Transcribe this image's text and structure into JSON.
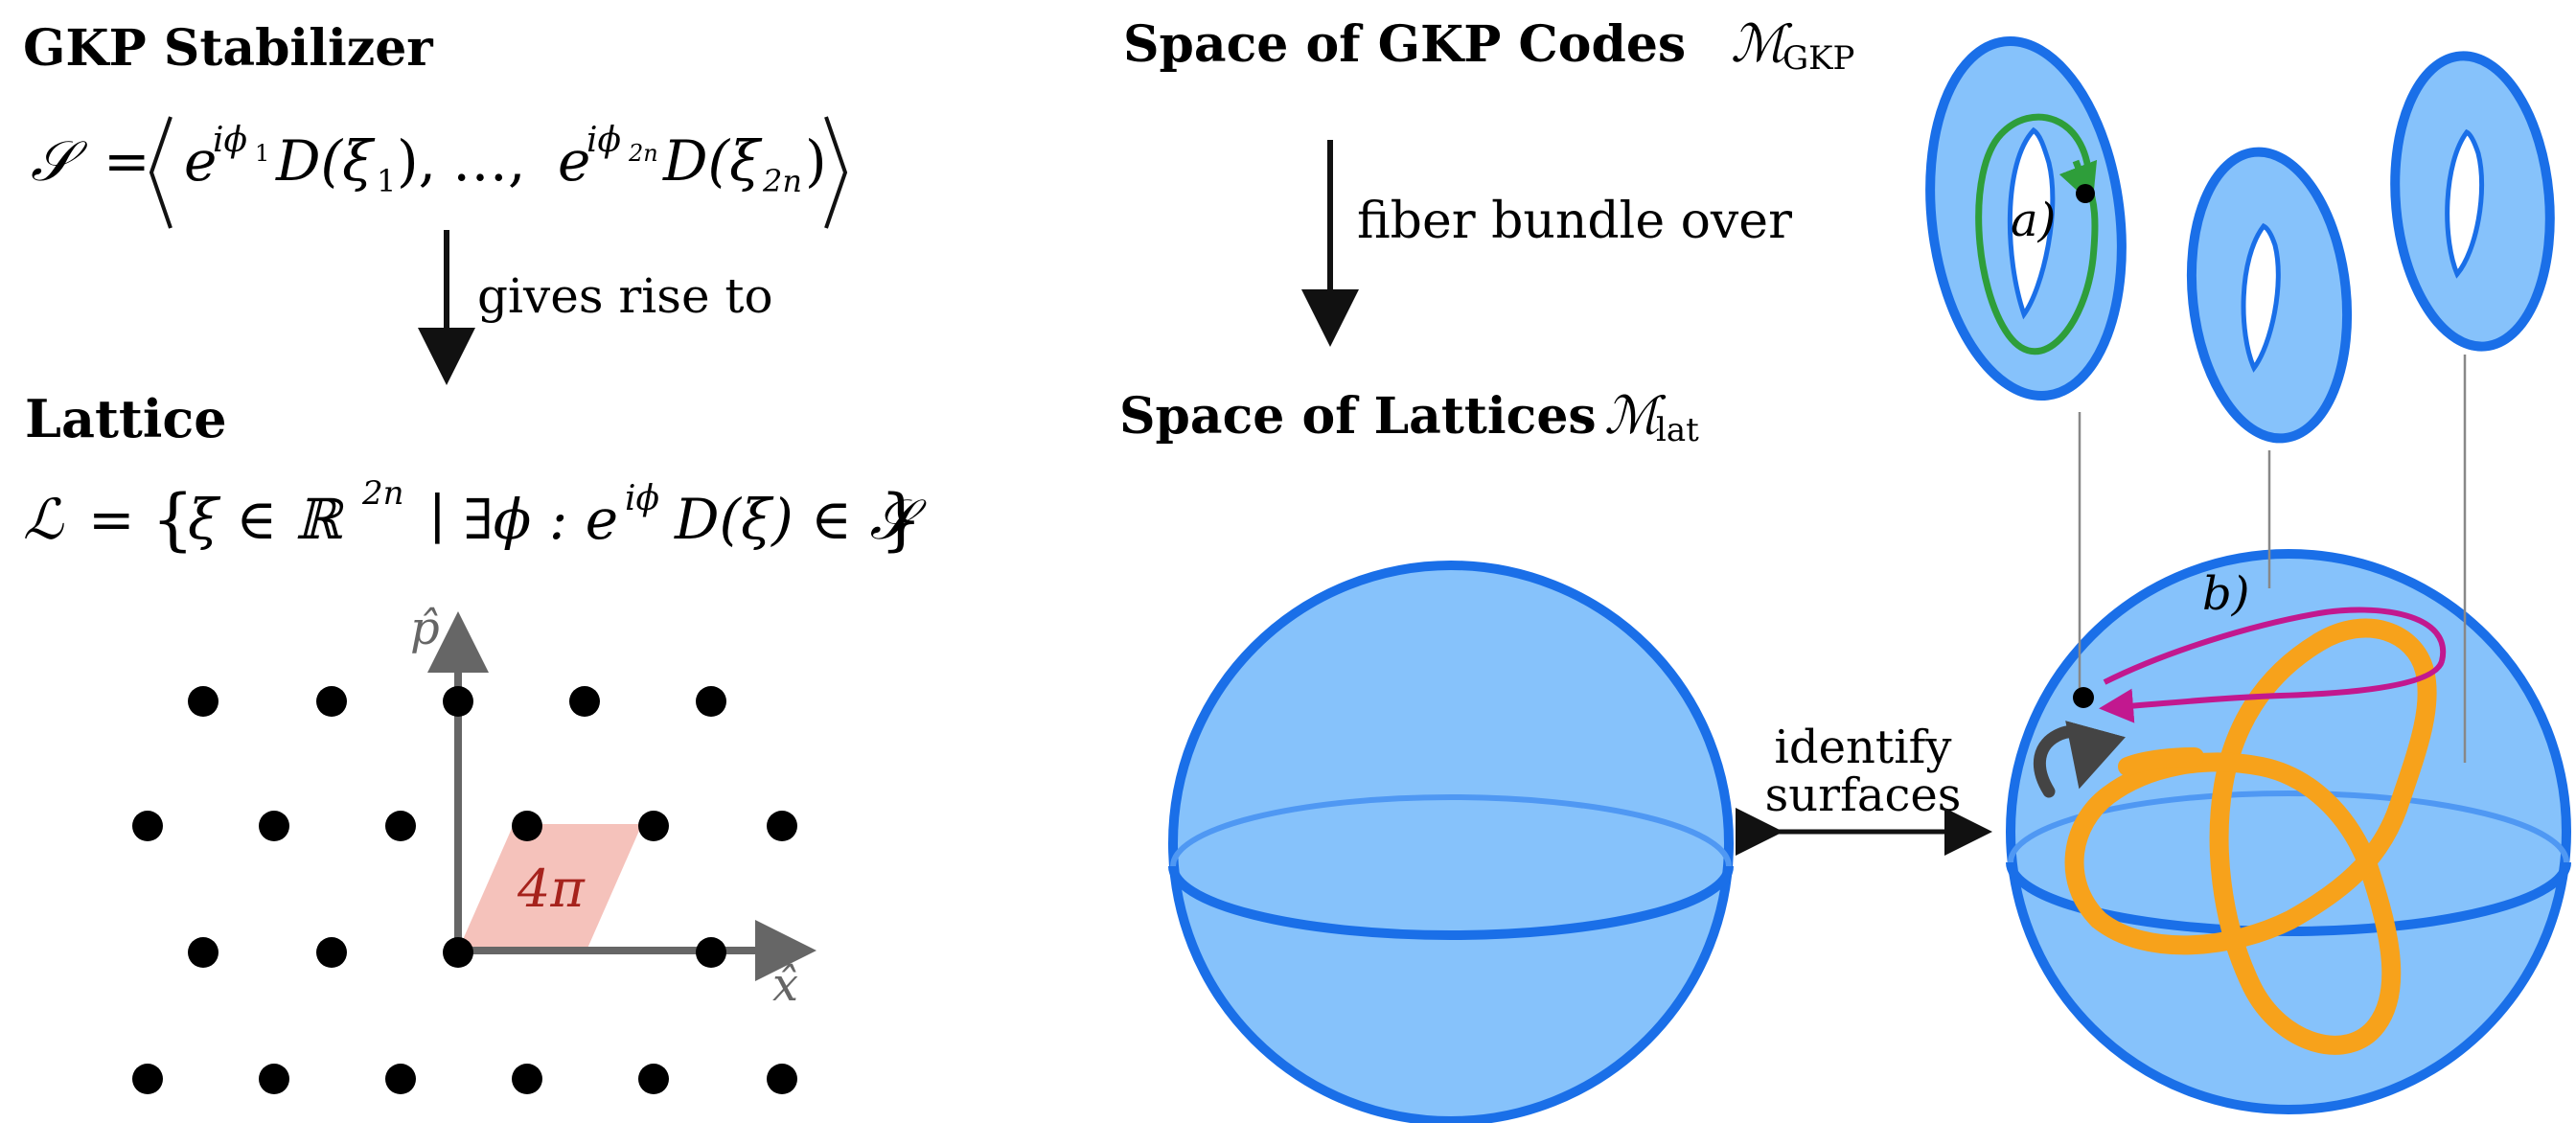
{
  "left": {
    "stabilizer_title": "GKP Stabilizer",
    "stabilizer_formula": {
      "S": "𝒮",
      "eq": "=",
      "e1": "e",
      "phase1": "iϕ",
      "phase1_sub": "1",
      "D1": "D(ξ",
      "D1_sub": "1",
      "D1_close": "),",
      "dots": "…,",
      "e2": "e",
      "phase2": "iϕ",
      "phase2_sub": "2n",
      "D2": "D(ξ",
      "D2_sub": "2n",
      "D2_close": ")"
    },
    "arrow_label": "gives rise to",
    "lattice_title": "Lattice",
    "lattice_formula": {
      "L": "ℒ",
      "eq": "=",
      "xi_in": "ξ ∈ ℝ",
      "pow": "2n",
      "rest1": "∣ ∃ϕ : e",
      "phase": "iϕ",
      "rest2": "D(ξ) ∈ 𝒮"
    },
    "axis_p": "p̂",
    "axis_x": "x̂",
    "cell_label": "4π"
  },
  "right": {
    "gkp_space_title": "Space of GKP Codes",
    "gkp_space_symbol": "ℳ",
    "gkp_space_sub": "GKP",
    "arrow_label": "fiber bundle over",
    "lattice_space_title": "Space of Lattices",
    "lattice_space_symbol": "ℳ",
    "lattice_space_sub": "lat",
    "identify_line1": "identify",
    "identify_line2": "surfaces",
    "label_a": "a)",
    "label_b": "b)"
  },
  "colors": {
    "sphere_fill": "#86c2fb",
    "sphere_stroke": "#1a6fe8",
    "knot": "#f7a21b",
    "green_loop": "#2e9e3a",
    "magenta_path": "#c2188f",
    "cell_fill": "#f5c2bb",
    "cell_text": "#a6221c",
    "axis": "#666666"
  }
}
